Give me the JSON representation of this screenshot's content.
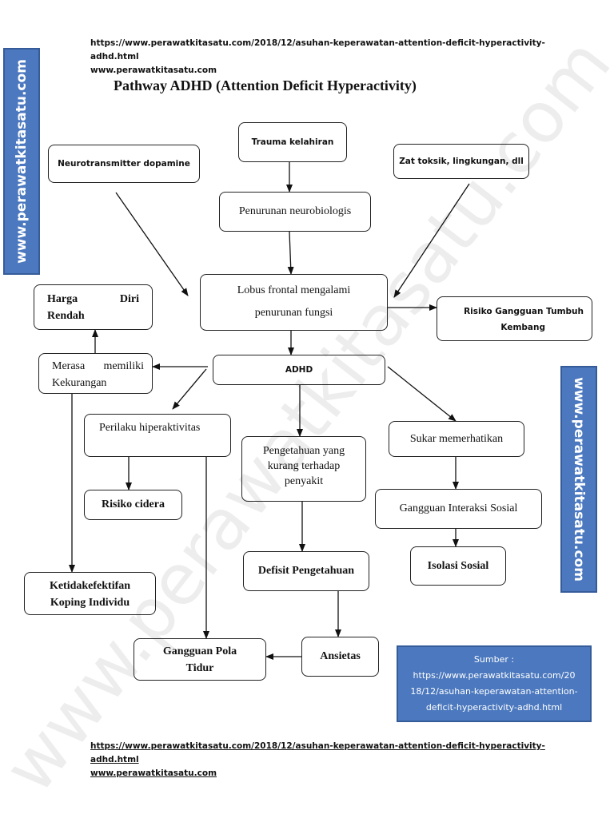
{
  "header": {
    "url_line1": "https://www.perawatkitasatu.com/2018/12/asuhan-keperawatan-attention-deficit-hyperactivity-",
    "url_line2": "adhd.html",
    "site": "www.perawatkitasatu.com"
  },
  "title": "Pathway ADHD (Attention Deficit Hyperactivity)",
  "side_banner_left": "www.perawatkitasatu.com",
  "side_banner_right": "www.perawatkitasatu.com",
  "watermark": "www.perawatkitasatu.com",
  "nodes": {
    "trauma": "Trauma kelahiran",
    "neurotransmitter": "Neurotransmitter dopamine",
    "zat_toksik": "Zat toksik, lingkungan, dll",
    "penurunan": "Penurunan neurobiologis",
    "lobus_line1": "Lobus frontal mengalami",
    "lobus_line2": "penurunan fungsi",
    "harga_diri_1a": "Harga",
    "harga_diri_1b": "Diri",
    "harga_diri_2": "Rendah",
    "risiko_tumbuh_1": "Risiko Gangguan Tumbuh",
    "risiko_tumbuh_2": "Kembang",
    "adhd": "ADHD",
    "merasa_1a": "Merasa",
    "merasa_1b": "memiliki",
    "merasa_2": "Kekurangan",
    "perilaku": "Perilaku hiperaktivitas",
    "pengetahuan_1": "Pengetahuan yang",
    "pengetahuan_2": "kurang terhadap",
    "pengetahuan_3": "penyakit",
    "sukar": "Sukar memerhatikan",
    "risiko_cidera": "Risiko cidera",
    "gangguan_interaksi": "Gangguan Interaksi Sosial",
    "defisit": "Defisit Pengetahuan",
    "isolasi": "Isolasi Sosial",
    "ketidakefektifan_1": "Ketidakefektifan",
    "ketidakefektifan_2": "Koping Individu",
    "ansietas": "Ansietas",
    "gangguan_tidur_1": "Gangguan Pola",
    "gangguan_tidur_2": "Tidur"
  },
  "source": {
    "label": "Sumber :",
    "line1": "https://www.perawatkitasatu.com/20",
    "line2": "18/12/asuhan-keperawatan-attention-",
    "line3": "deficit-hyperactivity-adhd.html"
  },
  "footer": {
    "url_line1": "https://www.perawatkitasatu.com/2018/12/asuhan-keperawatan-attention-deficit-hyperactivity-",
    "url_line2": "adhd.html",
    "site": "www.perawatkitasatu.com"
  },
  "colors": {
    "banner": "#4b78be",
    "line": "#111111"
  }
}
